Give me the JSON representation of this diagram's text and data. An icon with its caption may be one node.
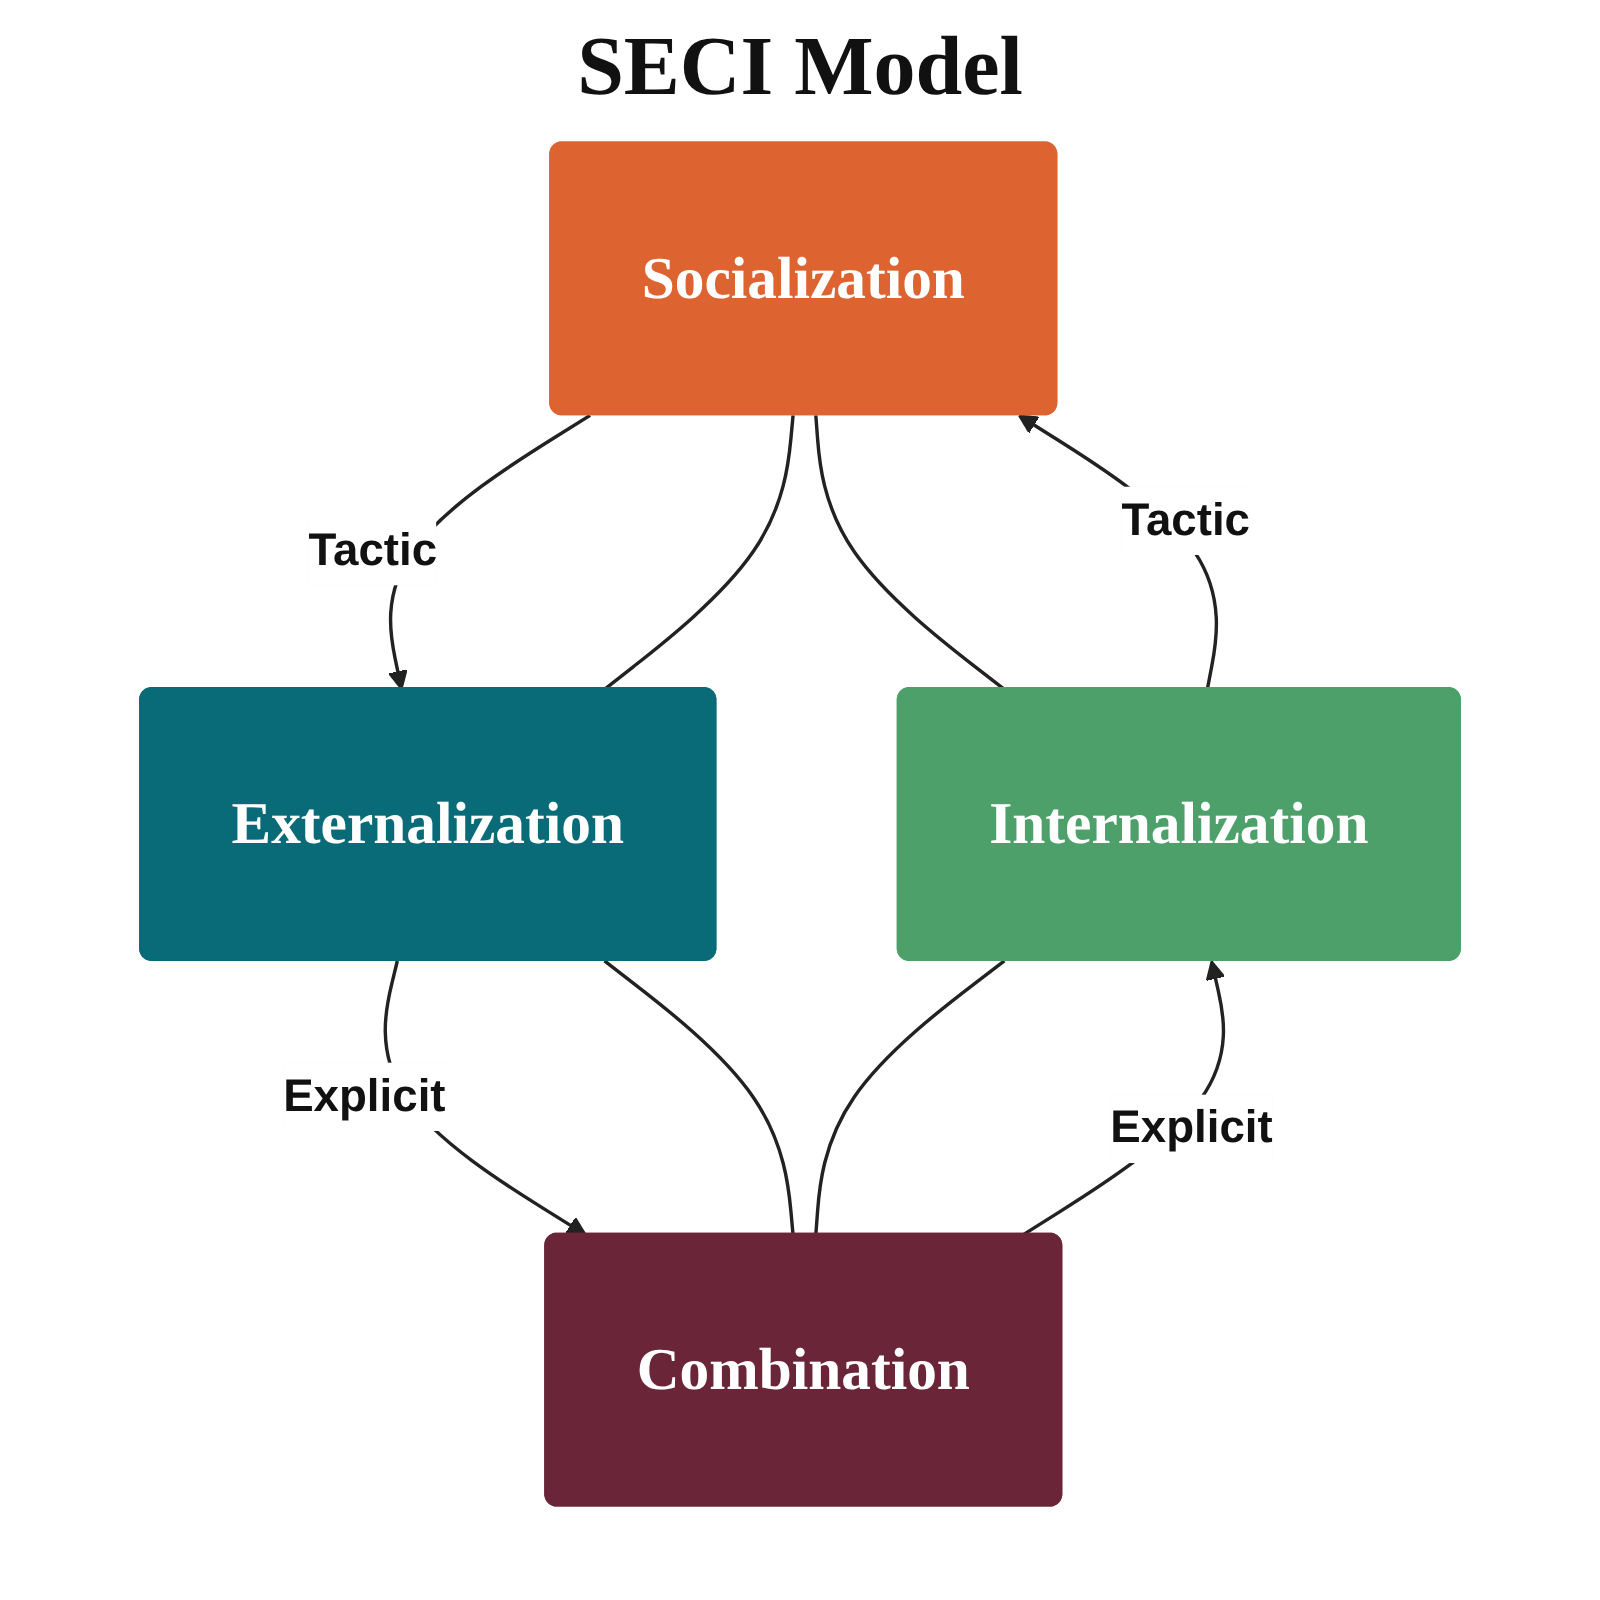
{
  "diagram": {
    "title": "SECI Model",
    "nodes": [
      {
        "text": [
          "Socialization"
        ]
      },
      {
        "text": [
          "Externalization"
        ]
      },
      {
        "text": [
          "Internalization"
        ]
      },
      {
        "text": [
          "Combination"
        ]
      }
    ],
    "edges": [
      {
        "from": 0,
        "to": 2,
        "arrow": "none"
      },
      {
        "from": 0,
        "to": 1,
        "label": "Tactic",
        "arrow": "to"
      },
      {
        "from": 1,
        "to": 3,
        "label": "Explicit",
        "arrow": "to"
      },
      {
        "from": 3,
        "to": 2,
        "label": "Explicit",
        "arrow": "to"
      },
      {
        "from": 2,
        "to": 0,
        "label": "Tactic",
        "arrow": "to"
      },
      {
        "from": 0,
        "to": 1,
        "arrow": "none"
      },
      {
        "from": 1,
        "to": 3,
        "arrow": "none"
      },
      {
        "from": 2,
        "to": 3,
        "arrow": "none"
      }
    ]
  }
}
